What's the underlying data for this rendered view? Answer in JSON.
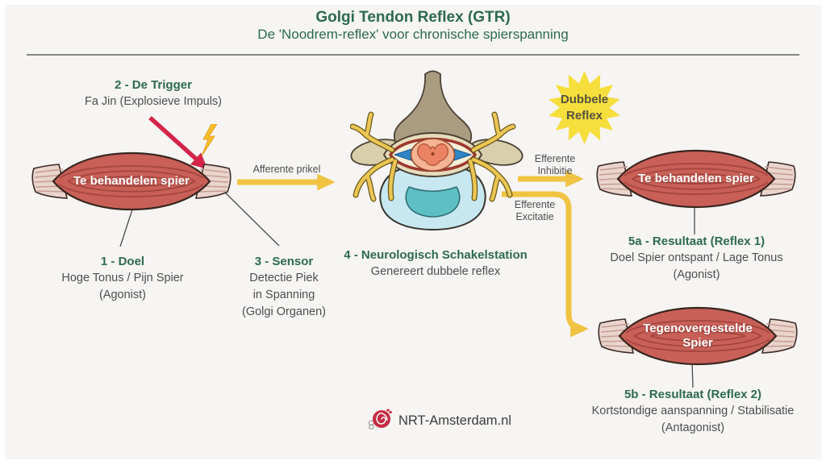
{
  "header": {
    "title": "Golgi Tendon Reflex (GTR)",
    "subtitle": "De 'Noodrem-reflex' voor chronische spierspanning"
  },
  "labels": {
    "trigger": {
      "title": "2 - De Trigger",
      "subtitle": "Fa Jin (Explosieve Impuls)"
    },
    "doel": {
      "title": "1 - Doel",
      "line1": "Hoge Tonus / Pijn Spier",
      "line2": "(Agonist)"
    },
    "sensor": {
      "title": "3 - Sensor",
      "line1": "Detectie Piek",
      "line2": "in Spanning",
      "line3": "(Golgi Organen)"
    },
    "schakelstation": {
      "title": "4 - Neurologisch Schakelstation",
      "line1": "Genereert dubbele reflex"
    },
    "resultaat_5a": {
      "title": "5a - Resultaat (Reflex 1)",
      "line1": "Doel Spier ontspant / Lage Tonus",
      "line2": "(Agonist)"
    },
    "resultaat_5b": {
      "title": "5b - Resultaat (Reflex 2)",
      "line1": "Kortstondige aanspanning / Stabilisatie",
      "line2": "(Antagonist)"
    }
  },
  "arrows": {
    "afferent_label": "Afferente prikel",
    "efferent_inhibitie": {
      "line1": "Efferente",
      "line2": "Inhibitie"
    },
    "efferent_excitatie": {
      "line1": "Efferente",
      "line2": "Excitatie"
    }
  },
  "muscles": {
    "left": {
      "label": "Te behandelen spier"
    },
    "top_right": {
      "label": "Te behandelen spier"
    },
    "bottom_right": {
      "line1": "Tegenovergestelde",
      "line2": "Spier"
    }
  },
  "badge": {
    "line1": "Dubbele",
    "line2": "Reflex"
  },
  "footer": {
    "brand": "NRT-Amsterdam.nl"
  },
  "icons": {
    "trigger_bolt": "lightning-icon",
    "brand_logo": "rose-icon"
  },
  "colors": {
    "background": "#f6f5f3",
    "heading_green": "#2d6a4e",
    "body_gray": "#4e4e4e",
    "arrow_yellow": "#f0c342",
    "trigger_red": "#d42449",
    "muscle_red": "#c96058",
    "starburst_yellow": "#f6de3c"
  }
}
